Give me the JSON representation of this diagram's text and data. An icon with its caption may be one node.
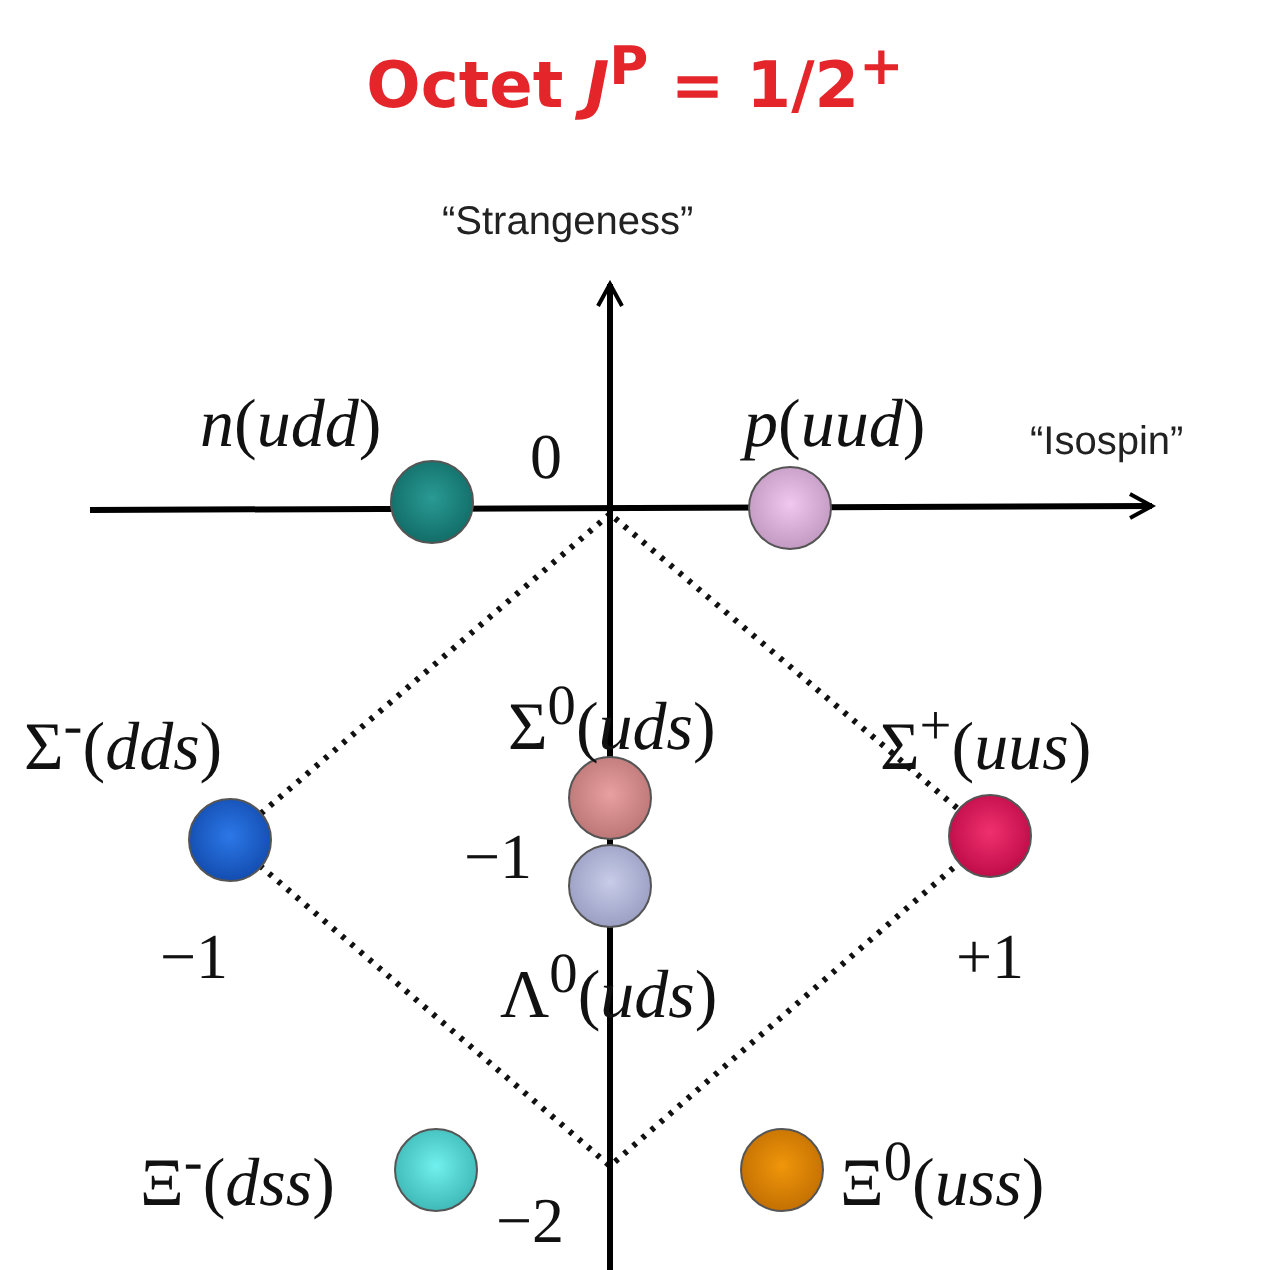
{
  "diagram": {
    "title": "Octet *J*$^{P}$ = 1/2$^{+}$",
    "nodes": [
      {
        "text": [],
        "shape": "circle",
        "beside": [
          "*n*(*udd*)"
        ]
      },
      {
        "text": [],
        "shape": "circle",
        "beside": [
          "*p*(*uud*)"
        ]
      },
      {
        "text": [],
        "shape": "circle",
        "beside": [
          "Σ$^{-}$(*dds*)"
        ]
      },
      {
        "text": [],
        "shape": "circle",
        "beside": [
          "Σ$^{0}$(*uds*)"
        ]
      },
      {
        "text": [],
        "shape": "circle",
        "beside": [
          "Σ$^{+}$(*uus*)"
        ]
      },
      {
        "text": [],
        "shape": "circle",
        "beside": [
          "Λ$^{0}$(*uds*)"
        ]
      },
      {
        "text": [],
        "shape": "circle",
        "beside": [
          "Ξ$^{-}$(*dss*)"
        ]
      },
      {
        "text": [],
        "shape": "circle",
        "beside": [
          "Ξ$^{0}$(*uss*)"
        ]
      }
    ],
    "labels": [
      "“Strangeness”",
      "“Isospin”",
      "0",
      "−1",
      "−1",
      "+1",
      "−2"
    ]
  }
}
